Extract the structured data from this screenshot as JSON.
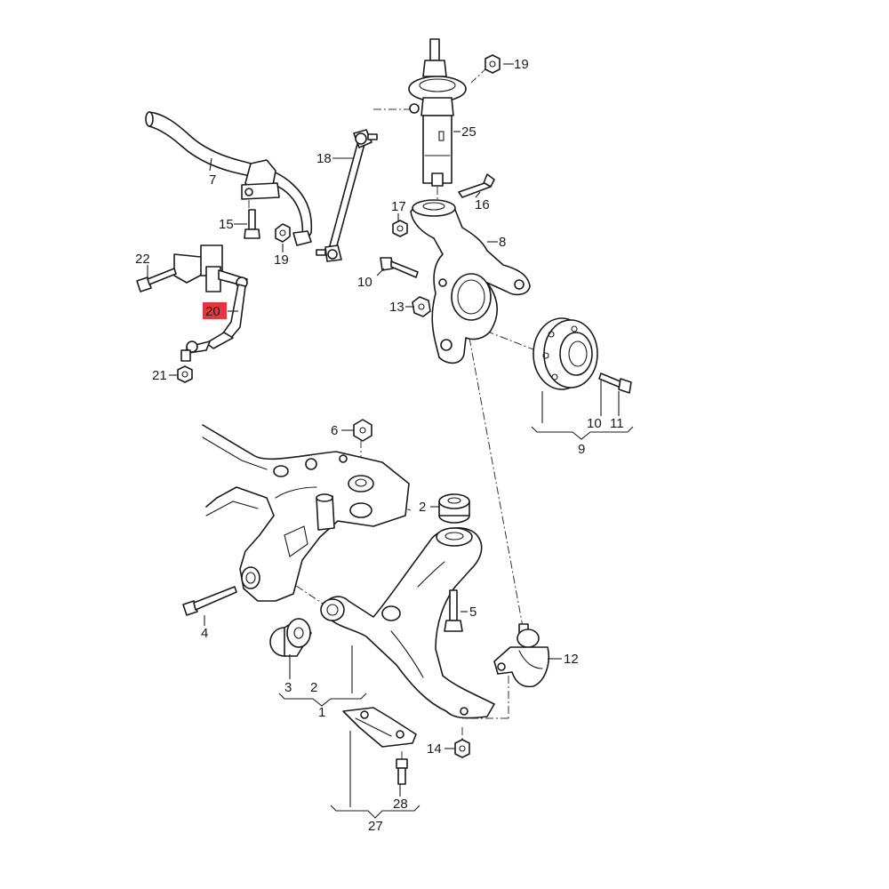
{
  "diagram": {
    "labels": {
      "l1": "1",
      "l2a": "2",
      "l2b": "2",
      "l3": "3",
      "l4": "4",
      "l5": "5",
      "l6": "6",
      "l7": "7",
      "l8": "8",
      "l9": "9",
      "l10a": "10",
      "l10b": "10",
      "l11": "11",
      "l12": "12",
      "l13": "13",
      "l14": "14",
      "l15": "15",
      "l16": "16",
      "l17": "17",
      "l18": "18",
      "l19a": "19",
      "l19b": "19",
      "l20": "20",
      "l21": "21",
      "l22": "22",
      "l25": "25",
      "l27": "27",
      "l28": "28"
    },
    "highlighted_part": "20",
    "highlight_color": "#e8353d"
  }
}
